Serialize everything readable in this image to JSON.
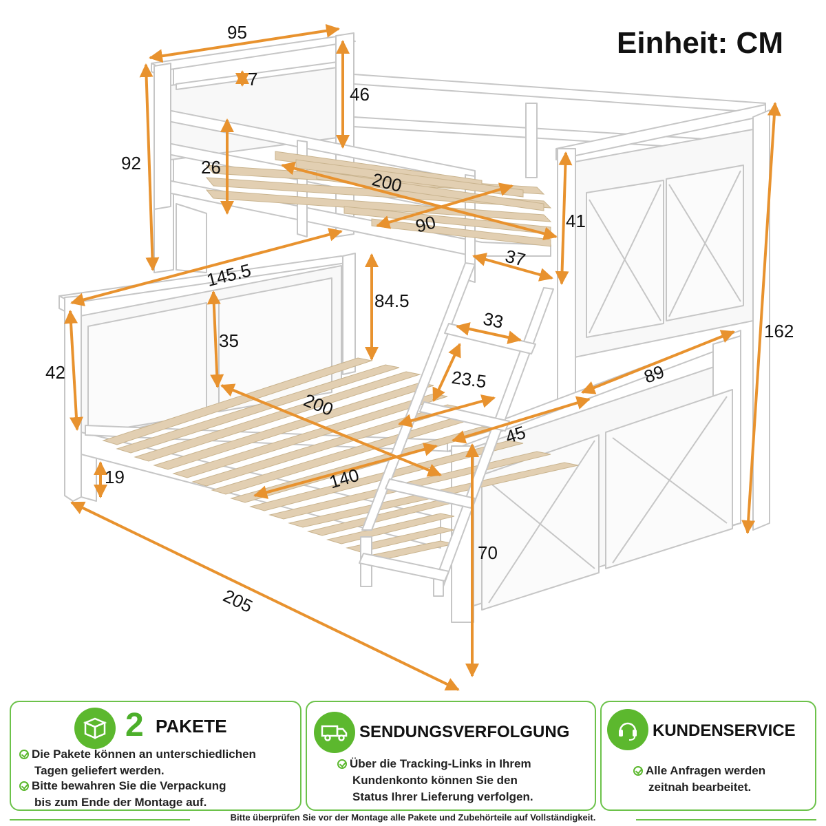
{
  "unit_label": "Einheit: CM",
  "dimensions": {
    "top_width": "95",
    "rail_gap": "7",
    "guard_height": "46",
    "total_post_height": "92",
    "guard_rail": "26",
    "top_length": "200",
    "top_width_inner": "90",
    "post_height_upper": "41",
    "ladder_opening": "37",
    "lower_length": "145.5",
    "clearance": "84.5",
    "rung_width": "33",
    "headboard_height": "35",
    "side_height": "42",
    "rung_spacing": "23.5",
    "footboard_width": "89",
    "total_height": "162",
    "lower_inner_length": "200",
    "lower_side": "45",
    "lower_inner_width": "140",
    "leg_height": "19",
    "lower_height": "70",
    "overall_length": "205"
  },
  "panels": {
    "packages": {
      "number": "2",
      "title": "PAKETE",
      "icon": "box-icon",
      "line1": "Die Pakete können an unterschiedlichen",
      "line1b": "Tagen geliefert werden.",
      "line2": "Bitte bewahren Sie die Verpackung",
      "line2b": "bis zum Ende der Montage auf."
    },
    "tracking": {
      "title": "SENDUNGSVERFOLGUNG",
      "icon": "truck-icon",
      "line1": "Über die Tracking-Links in Ihrem",
      "line1b": "Kundenkonto können Sie den",
      "line1c": "Status Ihrer Lieferung verfolgen."
    },
    "service": {
      "title": "KUNDENSERVICE",
      "icon": "headset-icon",
      "line1": "Alle Anfragen werden",
      "line1b": "zeitnah bearbeitet."
    }
  },
  "footer_text": "Bitte überprüfen Sie vor der Montage alle Pakete und Zubehörteile auf Vollständigkeit.",
  "colors": {
    "accent_green": "#5cb82e",
    "dimension_orange": "#e8922e",
    "slat_wood": "#e2cfb2",
    "frame_white": "#ffffff",
    "frame_stroke": "#c9c9c9"
  }
}
